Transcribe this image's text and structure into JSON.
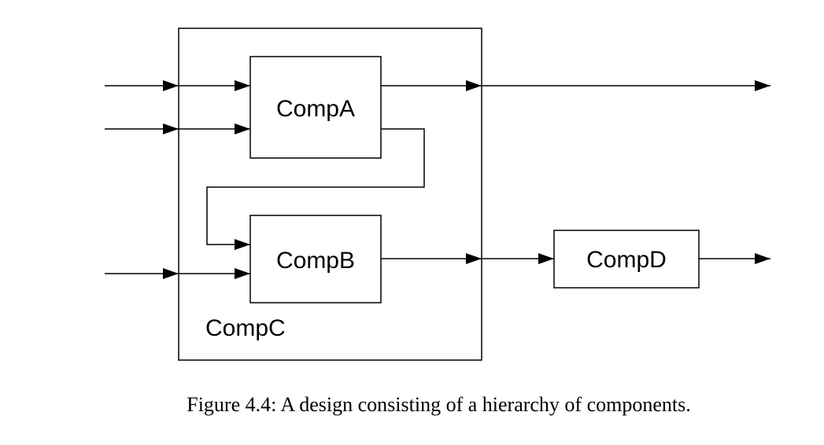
{
  "diagram": {
    "components": {
      "comp_a": "CompA",
      "comp_b": "CompB",
      "comp_c": "CompC",
      "comp_d": "CompD"
    }
  },
  "caption": "Figure 4.4: A design consisting of a hierarchy of components."
}
